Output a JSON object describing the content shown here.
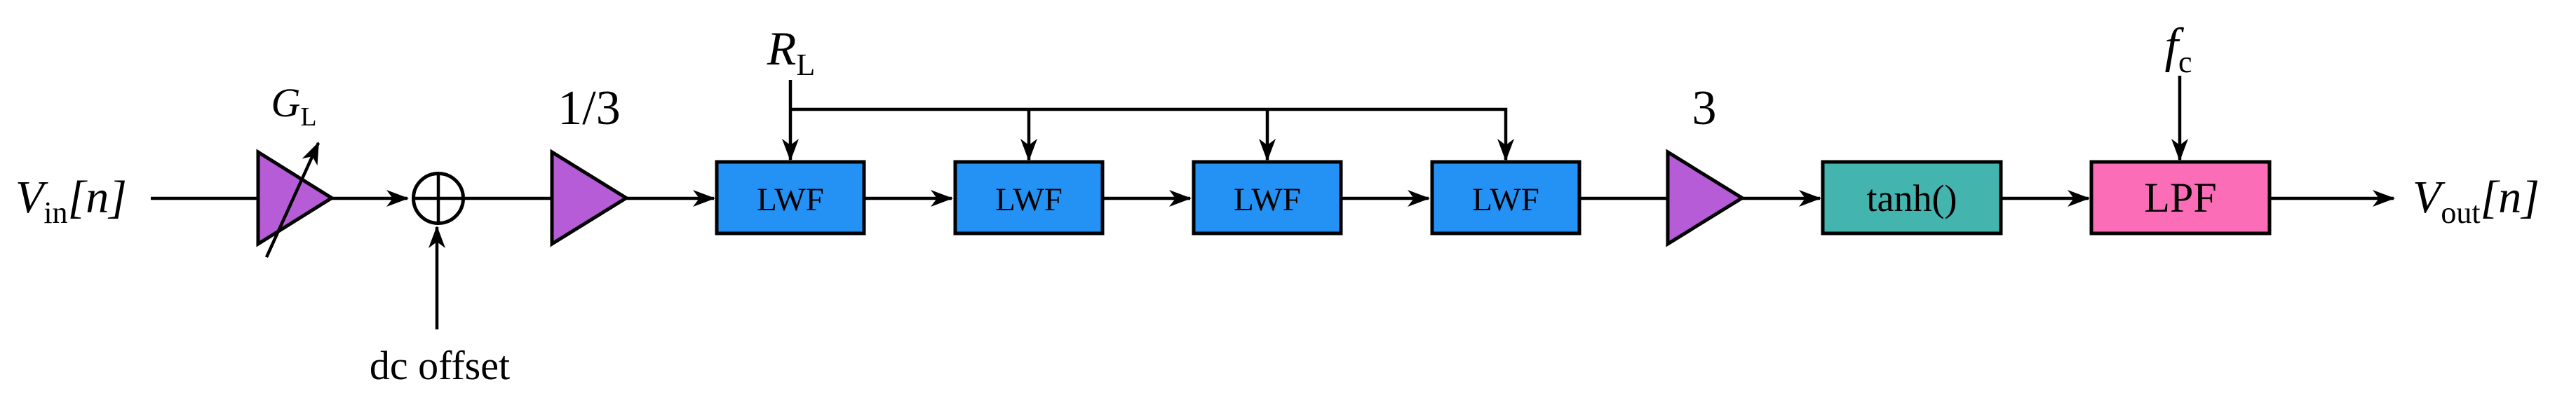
{
  "labels": {
    "vin": {
      "base": "V",
      "sub": "in",
      "suffix": "[n]"
    },
    "vout": {
      "base": "V",
      "sub": "out",
      "suffix": "[n]"
    },
    "gain_input": {
      "base": "G",
      "sub": "L"
    },
    "dc_offset": "dc offset",
    "pre_gain": "1/3",
    "lwf_param": {
      "base": "R",
      "sub": "L"
    },
    "lwf": "LWF",
    "post_gain": "3",
    "tanh": "tanh()",
    "lpf": "LPF",
    "lpf_param": {
      "base": "f",
      "sub": "c"
    }
  },
  "structure": {
    "lwf_stage_count": 4
  },
  "colors": {
    "amplifier": "#b65cd6",
    "lwf_box": "#2492f5",
    "tanh_box": "#44b4af",
    "lpf_box": "#fb6db6",
    "line": "#000000",
    "background": "#ffffff"
  }
}
